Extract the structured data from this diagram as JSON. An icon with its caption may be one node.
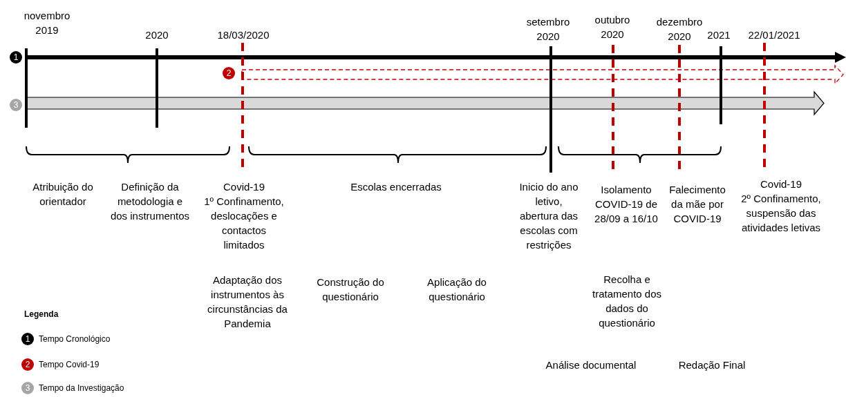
{
  "diagram": {
    "labels": [
      "novembro 2019",
      "2020",
      "18/03/2020",
      "setembro 2020",
      "outubro 2020",
      "dezembro 2020",
      "2021",
      "22/01/2021",
      "1",
      "2",
      "3",
      "Atribuição do orientador",
      "Definição da metodologia e dos instrumentos",
      "Covid-19",
      "1º Confinamento, deslocações e contactos limitados",
      "Escolas encerradas",
      "Inicio do ano letivo, abertura das escolas com restrições",
      "Isolamento COVID-19 de 28/09 a 16/10",
      "Falecimento da mãe por COVID-19",
      "Covid-19",
      "2º Confinamento, suspensão das atividades letivas",
      "Adaptação dos instrumentos às circunstâncias da Pandemia",
      "Construção do questionário",
      "Aplicação do questionário",
      "Recolha e tratamento dos dados do questionário",
      "Legenda",
      "1",
      "2",
      "3",
      "Análise documental",
      "Redação Final"
    ],
    "legend": [
      {
        "text": "Tempo Cronológico",
        "color": "#000000"
      },
      {
        "text": "Tempo Covid-19",
        "color": "#c00000"
      },
      {
        "text": "Tempo da Investigação",
        "color": "#a6a6a6"
      }
    ]
  }
}
